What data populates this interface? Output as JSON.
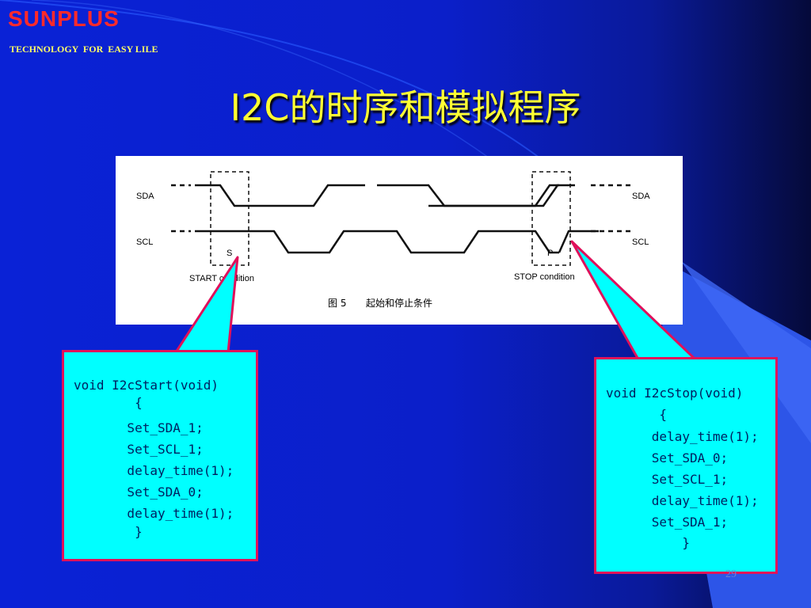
{
  "brand": {
    "name": "SUNPLUS",
    "tagline": "TECHNOLOGY  FOR  EASY LILE"
  },
  "slide": {
    "title": "I2C的时序和模拟程序",
    "page_number": "29"
  },
  "figure": {
    "signal_sda": "SDA",
    "signal_scl": "SCL",
    "start_marker": "S",
    "stop_marker": "P",
    "start_label": "START condition",
    "stop_label": "STOP condition",
    "caption_number": "图 5",
    "caption_text": "起始和停止条件"
  },
  "code_start": {
    "lines": [
      "void I2cStart(void)",
      "        {",
      "       Set_SDA_1;",
      "       Set_SCL_1;",
      "       delay_time(1);",
      "       Set_SDA_0;",
      "       delay_time(1);",
      "        }"
    ]
  },
  "code_stop": {
    "lines": [
      "void I2cStop(void)",
      "       {",
      "      delay_time(1);",
      "      Set_SDA_0;",
      "      Set_SCL_1;",
      "      delay_time(1);",
      "      Set_SDA_1;",
      "          }"
    ]
  },
  "colors": {
    "brand": "#ff2a2a",
    "title": "#ffff33",
    "code_bg": "#00ffff",
    "code_border": "#e0105a"
  }
}
